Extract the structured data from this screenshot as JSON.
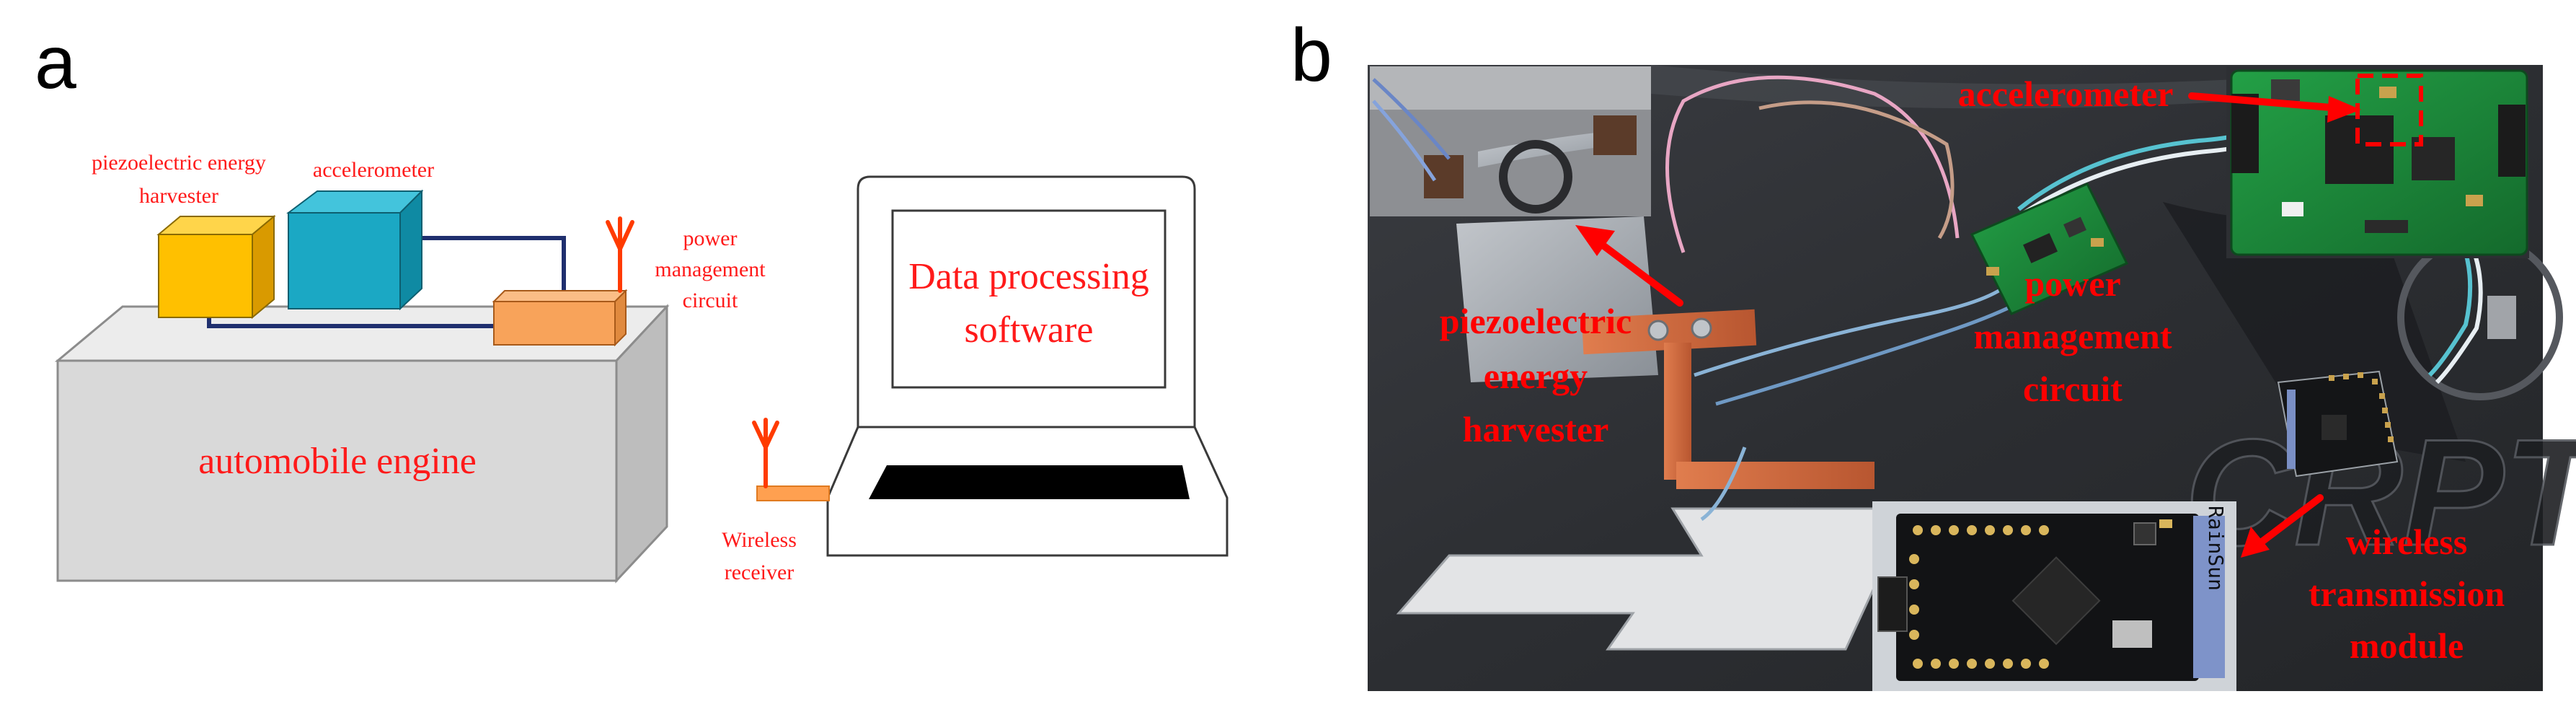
{
  "panel_a": {
    "letter": "a",
    "labels": {
      "piezo_line1": "piezoelectric energy",
      "piezo_line2": "harvester",
      "accelerometer": "accelerometer",
      "power_line1": "power",
      "power_line2": "management",
      "power_line3": "circuit",
      "engine": "automobile engine",
      "screen_line1": "Data processing",
      "screen_line2": "software",
      "receiver_line1": "Wireless",
      "receiver_line2": "receiver"
    },
    "colors": {
      "piezo_box": "#ffc000",
      "accelerometer_box": "#1ba8c4",
      "power_box": "#f8a35a",
      "wire": "#1f2f6e",
      "antenna": "#ff3b00",
      "engine_front": "#d9d9d9",
      "label_red": "#ff1a1a"
    }
  },
  "panel_b": {
    "letter": "b",
    "labels": {
      "accelerometer": "accelerometer",
      "piezo_line1": "piezoelectric",
      "piezo_line2": "energy",
      "piezo_line3": "harvester",
      "power_line1": "power",
      "power_line2": "management",
      "power_line3": "circuit",
      "wireless_line1": "wireless",
      "wireless_line2": "transmission",
      "wireless_line3": "module"
    },
    "module_silkscreen": "RainSun",
    "colors": {
      "label_red": "#ff0000",
      "pcb_green": "#1f8f3a",
      "copper": "#d2693c"
    }
  }
}
